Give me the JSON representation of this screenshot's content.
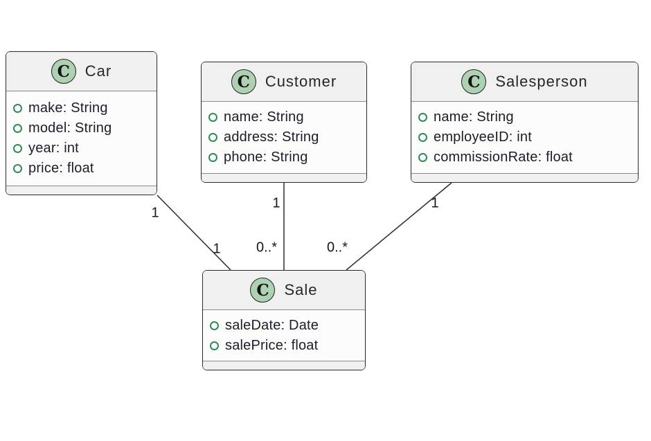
{
  "diagram_type": "UML class diagram",
  "colors": {
    "box_border": "#2b2b2b",
    "header_fill": "#f0f0f0",
    "body_fill": "#fcfcfc",
    "divider": "#8a8a8a",
    "circle_fill": "#add1b2",
    "circle_border": "#1f1f1f",
    "field_icon": "#2e8b57",
    "text": "#1c1c2b",
    "edge": "#2b2b2b"
  },
  "classes": [
    {
      "name": "Car",
      "icon_letter": "C",
      "attributes": [
        "make: String",
        "model: String",
        "year: int",
        "price: float"
      ]
    },
    {
      "name": "Customer",
      "icon_letter": "C",
      "attributes": [
        "name: String",
        "address: String",
        "phone: String"
      ]
    },
    {
      "name": "Salesperson",
      "icon_letter": "C",
      "attributes": [
        "name: String",
        "employeeID: int",
        "commissionRate: float"
      ]
    },
    {
      "name": "Sale",
      "icon_letter": "C",
      "attributes": [
        "saleDate: Date",
        "salePrice: float"
      ]
    }
  ],
  "relationships": [
    {
      "from": "Car",
      "to": "Sale",
      "from_multiplicity": "1",
      "to_multiplicity": "1"
    },
    {
      "from": "Customer",
      "to": "Sale",
      "from_multiplicity": "1",
      "to_multiplicity": "0..*"
    },
    {
      "from": "Salesperson",
      "to": "Sale",
      "from_multiplicity": "1",
      "to_multiplicity": "0..*"
    }
  ]
}
